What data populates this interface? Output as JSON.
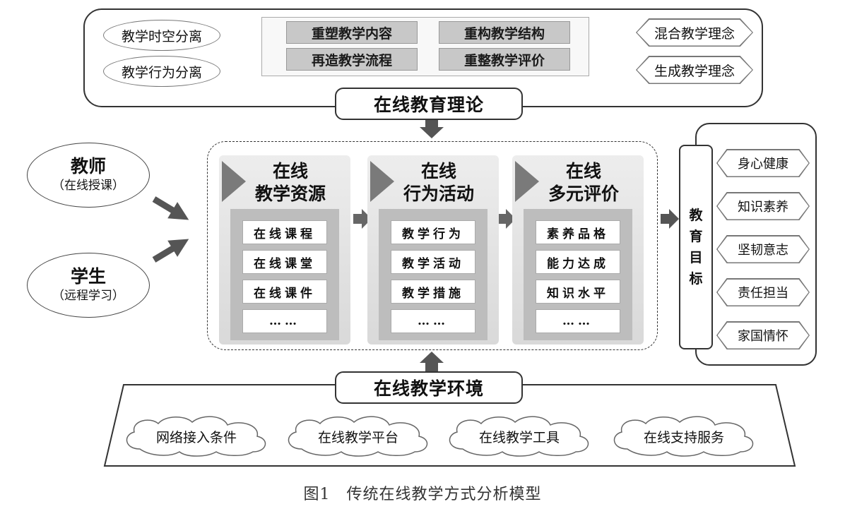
{
  "theory": {
    "title": "在线教育理论",
    "left_items": [
      "教学时空分离",
      "教学行为分离"
    ],
    "center_items": [
      "重塑教学内容",
      "重构教学结构",
      "再造教学流程",
      "重整教学评价"
    ],
    "right_items": [
      "混合教学理念",
      "生成教学理念"
    ]
  },
  "participants": [
    {
      "main": "教师",
      "sub": "（在线授课）"
    },
    {
      "main": "学生",
      "sub": "（远程学习）"
    }
  ],
  "columns": [
    {
      "title_line1": "在线",
      "title_line2": "教学资源",
      "items": [
        "在线课程",
        "在线课堂",
        "在线课件",
        "……"
      ]
    },
    {
      "title_line1": "在线",
      "title_line2": "行为活动",
      "items": [
        "教学行为",
        "教学活动",
        "教学措施",
        "……"
      ]
    },
    {
      "title_line1": "在线",
      "title_line2": "多元评价",
      "items": [
        "素养品格",
        "能力达成",
        "知识水平",
        "……"
      ]
    }
  ],
  "goals": {
    "label_chars": [
      "教",
      "育",
      "目",
      "标"
    ],
    "items": [
      "身心健康",
      "知识素养",
      "坚韧意志",
      "责任担当",
      "家国情怀"
    ]
  },
  "environment": {
    "title": "在线教学环境",
    "items": [
      "网络接入条件",
      "在线教学平台",
      "在线教学工具",
      "在线支持服务"
    ]
  },
  "caption": "图1　传统在线教学方式分析模型",
  "colors": {
    "arrow": "#555555",
    "triangle": "#7a7a7a",
    "panel_border": "#333333"
  }
}
